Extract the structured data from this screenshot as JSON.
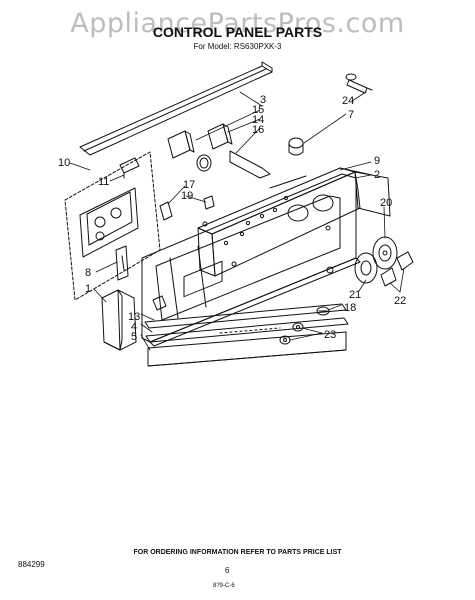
{
  "watermark": "AppliancePartsPros.com",
  "title": "CONTROL PANEL PARTS",
  "subtitle": "For Model: RS630PXK-3",
  "footer_note": "FOR ORDERING INFORMATION REFER TO PARTS PRICE LIST",
  "doc_number": "884299",
  "page_number": "6",
  "print_code": "8?9-C-6",
  "callouts": {
    "c1": "1",
    "c2": "2",
    "c3": "3",
    "c4": "4",
    "c5": "5",
    "c7": "7",
    "c8": "8",
    "c9": "9",
    "c10": "10",
    "c11": "11",
    "c13": "13",
    "c14": "14",
    "c15": "15",
    "c16": "16",
    "c17": "17",
    "c18": "18",
    "c19": "19",
    "c20": "20",
    "c21": "21",
    "c22": "22",
    "c23": "23",
    "c24": "24"
  }
}
